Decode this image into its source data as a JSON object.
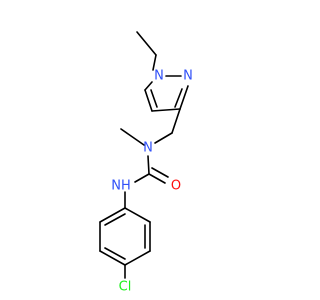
{
  "molecule": {
    "atoms": {
      "n1": "N",
      "n2": "N",
      "n_amide": "N",
      "nh": "NH",
      "o": "O",
      "cl": "Cl"
    },
    "colors": {
      "nitrogen": "#3050F8",
      "oxygen": "#FF0D0D",
      "chlorine": "#1FF01F",
      "bond": "#000000"
    }
  }
}
